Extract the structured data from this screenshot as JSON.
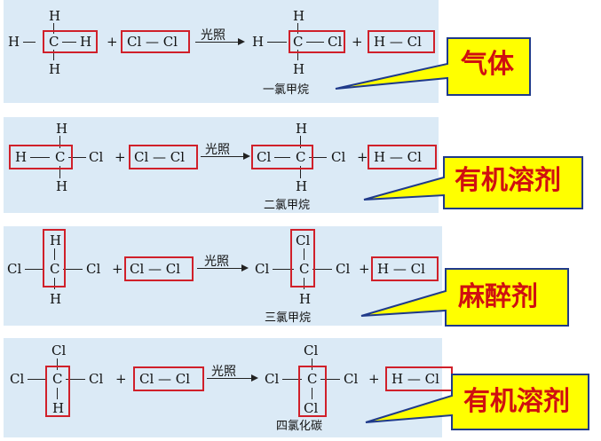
{
  "reactions": [
    {
      "left": {
        "top": "H",
        "center": "C",
        "bottom": "H",
        "left": "H",
        "right": "H"
      },
      "reagent": "Cl — Cl",
      "condition": "光照",
      "product": {
        "top": "H",
        "center": "C",
        "bottom": "H",
        "left": "H",
        "right": "Cl"
      },
      "byproduct": "H — Cl",
      "product_name": "一氯甲烷",
      "property": "气体"
    },
    {
      "left": {
        "top": "H",
        "center": "C",
        "bottom": "H",
        "left": "H",
        "right": "Cl"
      },
      "reagent": "Cl — Cl",
      "condition": "光照",
      "product": {
        "top": "H",
        "center": "C",
        "bottom": "H",
        "left": "Cl",
        "right": "Cl"
      },
      "byproduct": "H — Cl",
      "product_name": "二氯甲烷",
      "property": "有机溶剂"
    },
    {
      "left": {
        "top": "H",
        "center": "C",
        "bottom": "H",
        "left": "Cl",
        "right": "Cl"
      },
      "reagent": "Cl — Cl",
      "condition": "光照",
      "product": {
        "top": "Cl",
        "center": "C",
        "bottom": "H",
        "left": "Cl",
        "right": "Cl"
      },
      "byproduct": "H — Cl",
      "product_name": "三氯甲烷",
      "property": "麻醉剂"
    },
    {
      "left": {
        "top": "Cl",
        "center": "C",
        "bottom": "H",
        "left": "Cl",
        "right": "Cl"
      },
      "reagent": "Cl — Cl",
      "condition": "光照",
      "product": {
        "top": "Cl",
        "center": "C",
        "bottom": "Cl",
        "left": "Cl",
        "right": "Cl"
      },
      "byproduct": "H — Cl",
      "product_name": "四氯化碳",
      "property": "有机溶剂"
    }
  ],
  "colors": {
    "panel": "#dbeaf6",
    "box": "#d0202a",
    "callout_fill": "#ffff00",
    "callout_stroke": "#1f3a8a",
    "callout_text": "#d01010"
  }
}
